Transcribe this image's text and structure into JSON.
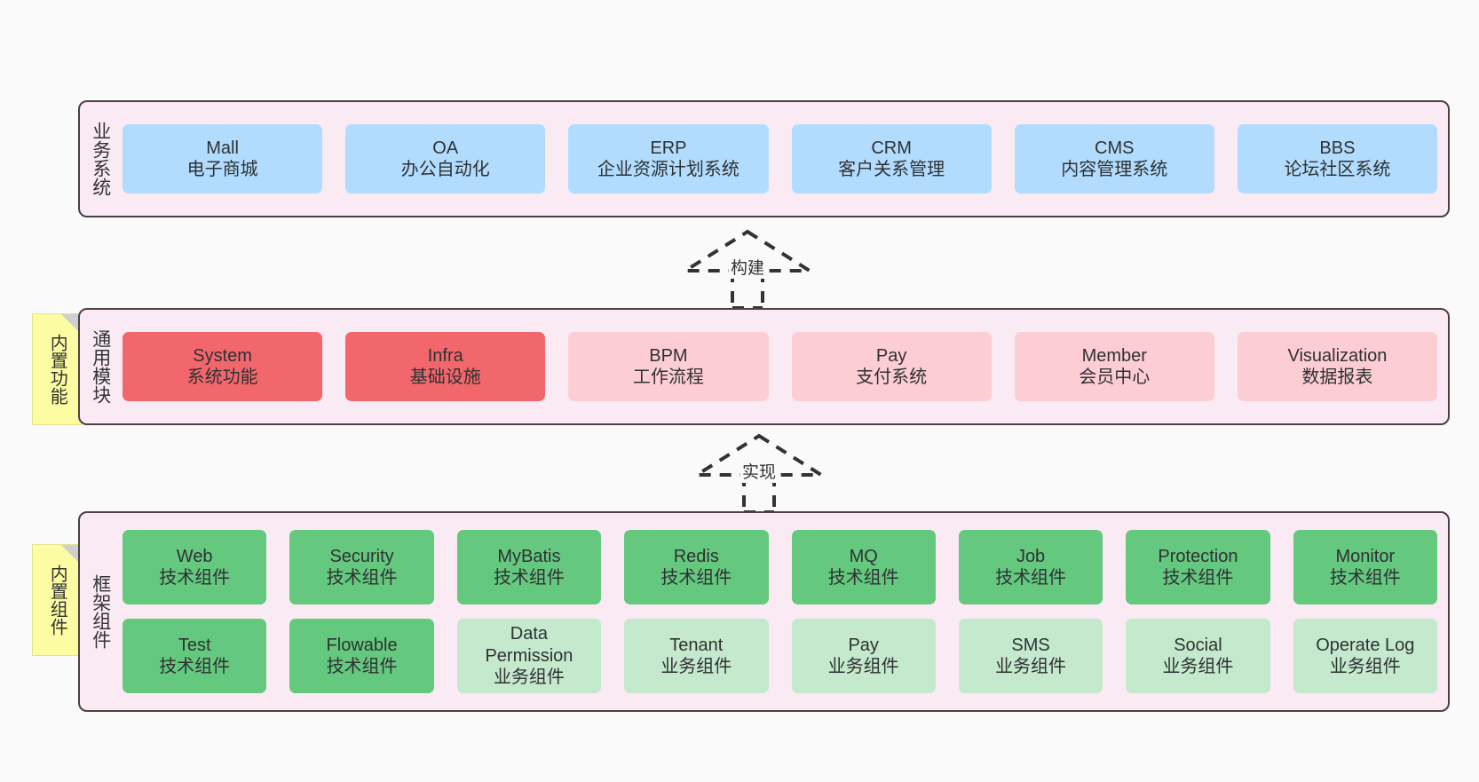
{
  "diagram": {
    "background_color": "#fafafa",
    "panel_background": "#faeaf4",
    "panel_border": "#4d4044"
  },
  "layers": [
    {
      "id": "business",
      "title": "业务系统",
      "note": null,
      "rows": [
        {
          "cells": [
            {
              "name": "Mall",
              "desc": "电子商城",
              "style": "blue"
            },
            {
              "name": "OA",
              "desc": "办公自动化",
              "style": "blue"
            },
            {
              "name": "ERP",
              "desc": "企业资源计划系统",
              "style": "blue"
            },
            {
              "name": "CRM",
              "desc": "客户关系管理",
              "style": "blue"
            },
            {
              "name": "CMS",
              "desc": "内容管理系统",
              "style": "blue"
            },
            {
              "name": "BBS",
              "desc": "论坛社区系统",
              "style": "blue"
            }
          ]
        }
      ]
    },
    {
      "id": "common",
      "title": "通用模块",
      "note": "内置功能",
      "rows": [
        {
          "cells": [
            {
              "name": "System",
              "desc": "系统功能",
              "style": "red"
            },
            {
              "name": "Infra",
              "desc": "基础设施",
              "style": "red"
            },
            {
              "name": "BPM",
              "desc": "工作流程",
              "style": "pink"
            },
            {
              "name": "Pay",
              "desc": "支付系统",
              "style": "pink"
            },
            {
              "name": "Member",
              "desc": "会员中心",
              "style": "pink"
            },
            {
              "name": "Visualization",
              "desc": "数据报表",
              "style": "pink"
            }
          ]
        }
      ]
    },
    {
      "id": "framework",
      "title": "框架组件",
      "note": "内置组件",
      "rows": [
        {
          "cells": [
            {
              "name": "Web",
              "desc": "技术组件",
              "style": "green"
            },
            {
              "name": "Security",
              "desc": "技术组件",
              "style": "green"
            },
            {
              "name": "MyBatis",
              "desc": "技术组件",
              "style": "green"
            },
            {
              "name": "Redis",
              "desc": "技术组件",
              "style": "green"
            },
            {
              "name": "MQ",
              "desc": "技术组件",
              "style": "green"
            },
            {
              "name": "Job",
              "desc": "技术组件",
              "style": "green"
            },
            {
              "name": "Protection",
              "desc": "技术组件",
              "style": "green"
            },
            {
              "name": "Monitor",
              "desc": "技术组件",
              "style": "green"
            }
          ]
        },
        {
          "cells": [
            {
              "name": "Test",
              "desc": "技术组件",
              "style": "green"
            },
            {
              "name": "Flowable",
              "desc": "技术组件",
              "style": "green"
            },
            {
              "name": "Data\nPermission",
              "desc": "业务组件",
              "style": "lgreen"
            },
            {
              "name": "Tenant",
              "desc": "业务组件",
              "style": "lgreen"
            },
            {
              "name": "Pay",
              "desc": "业务组件",
              "style": "lgreen"
            },
            {
              "name": "SMS",
              "desc": "业务组件",
              "style": "lgreen"
            },
            {
              "name": "Social",
              "desc": "业务组件",
              "style": "lgreen"
            },
            {
              "name": "Operate Log",
              "desc": "业务组件",
              "style": "lgreen"
            }
          ]
        }
      ]
    }
  ],
  "connectors": [
    {
      "id": "build",
      "label": "构建",
      "from": "common",
      "to": "business"
    },
    {
      "id": "impl",
      "label": "实现",
      "from": "framework",
      "to": "common"
    }
  ]
}
